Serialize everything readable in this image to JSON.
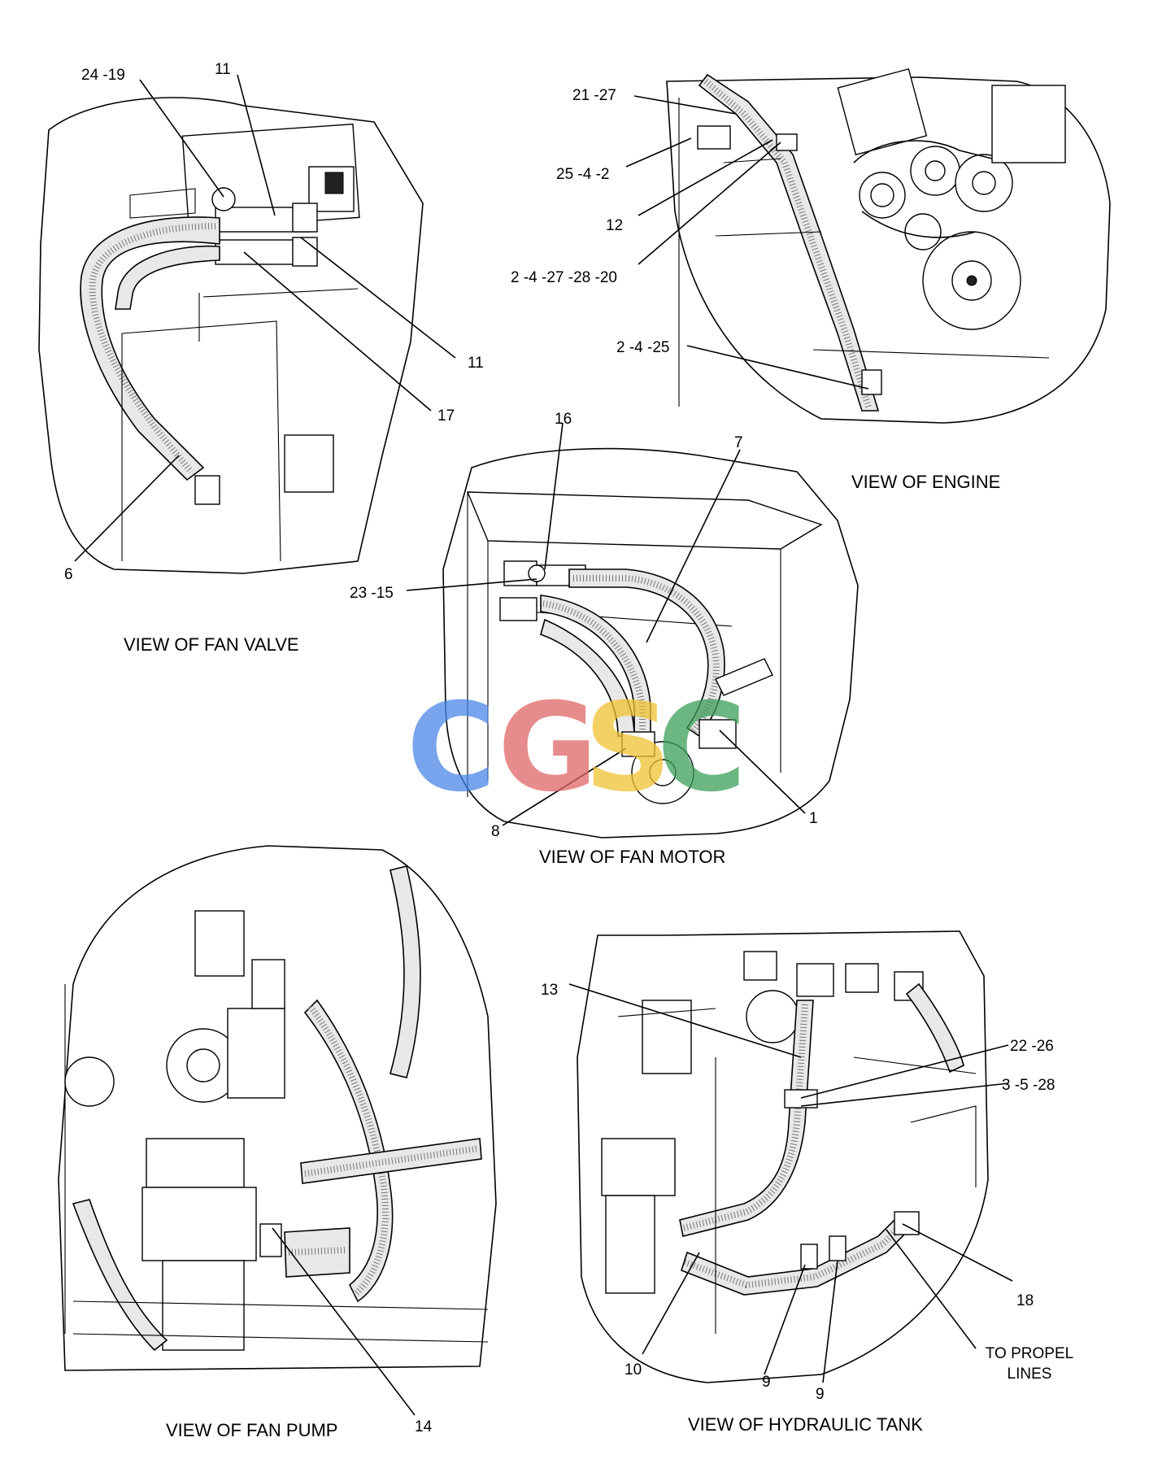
{
  "captions": {
    "fan_valve": "VIEW OF FAN VALVE",
    "engine": "VIEW OF ENGINE",
    "fan_motor": "VIEW OF FAN MOTOR",
    "fan_pump": "VIEW OF FAN PUMP",
    "hydraulic_tank": "VIEW OF HYDRAULIC TANK"
  },
  "callouts": {
    "fan_valve": {
      "c24_19": "24 -19",
      "c11_top": "11",
      "c11_right": "11",
      "c17": "17",
      "c6": "6"
    },
    "engine": {
      "c21_27": "21 -27",
      "c25_4_2": "25 -4 -2",
      "c12": "12",
      "c2_4_27_28_20": "2 -4 -27 -28 -20",
      "c2_4_25": "2 -4 -25"
    },
    "fan_motor": {
      "c16": "16",
      "c7": "7",
      "c23_15": "23 -15",
      "c8": "8",
      "c1": "1"
    },
    "fan_pump": {
      "c14": "14"
    },
    "hydraulic_tank": {
      "c13": "13",
      "c22_26": "22 -26",
      "c3_5_28": "3 -5 -28",
      "c18": "18",
      "c10": "10",
      "c9_left": "9",
      "c9_right": "9",
      "to_propel_line1": "TO PROPEL",
      "to_propel_line2": "LINES"
    }
  },
  "watermark": {
    "letters": [
      "C",
      "G",
      "S",
      "C"
    ],
    "colors": [
      "#4a86e8",
      "#e06666",
      "#f1c232",
      "#3c9e5b"
    ]
  },
  "colors": {
    "line": "#000000",
    "background": "#ffffff"
  }
}
